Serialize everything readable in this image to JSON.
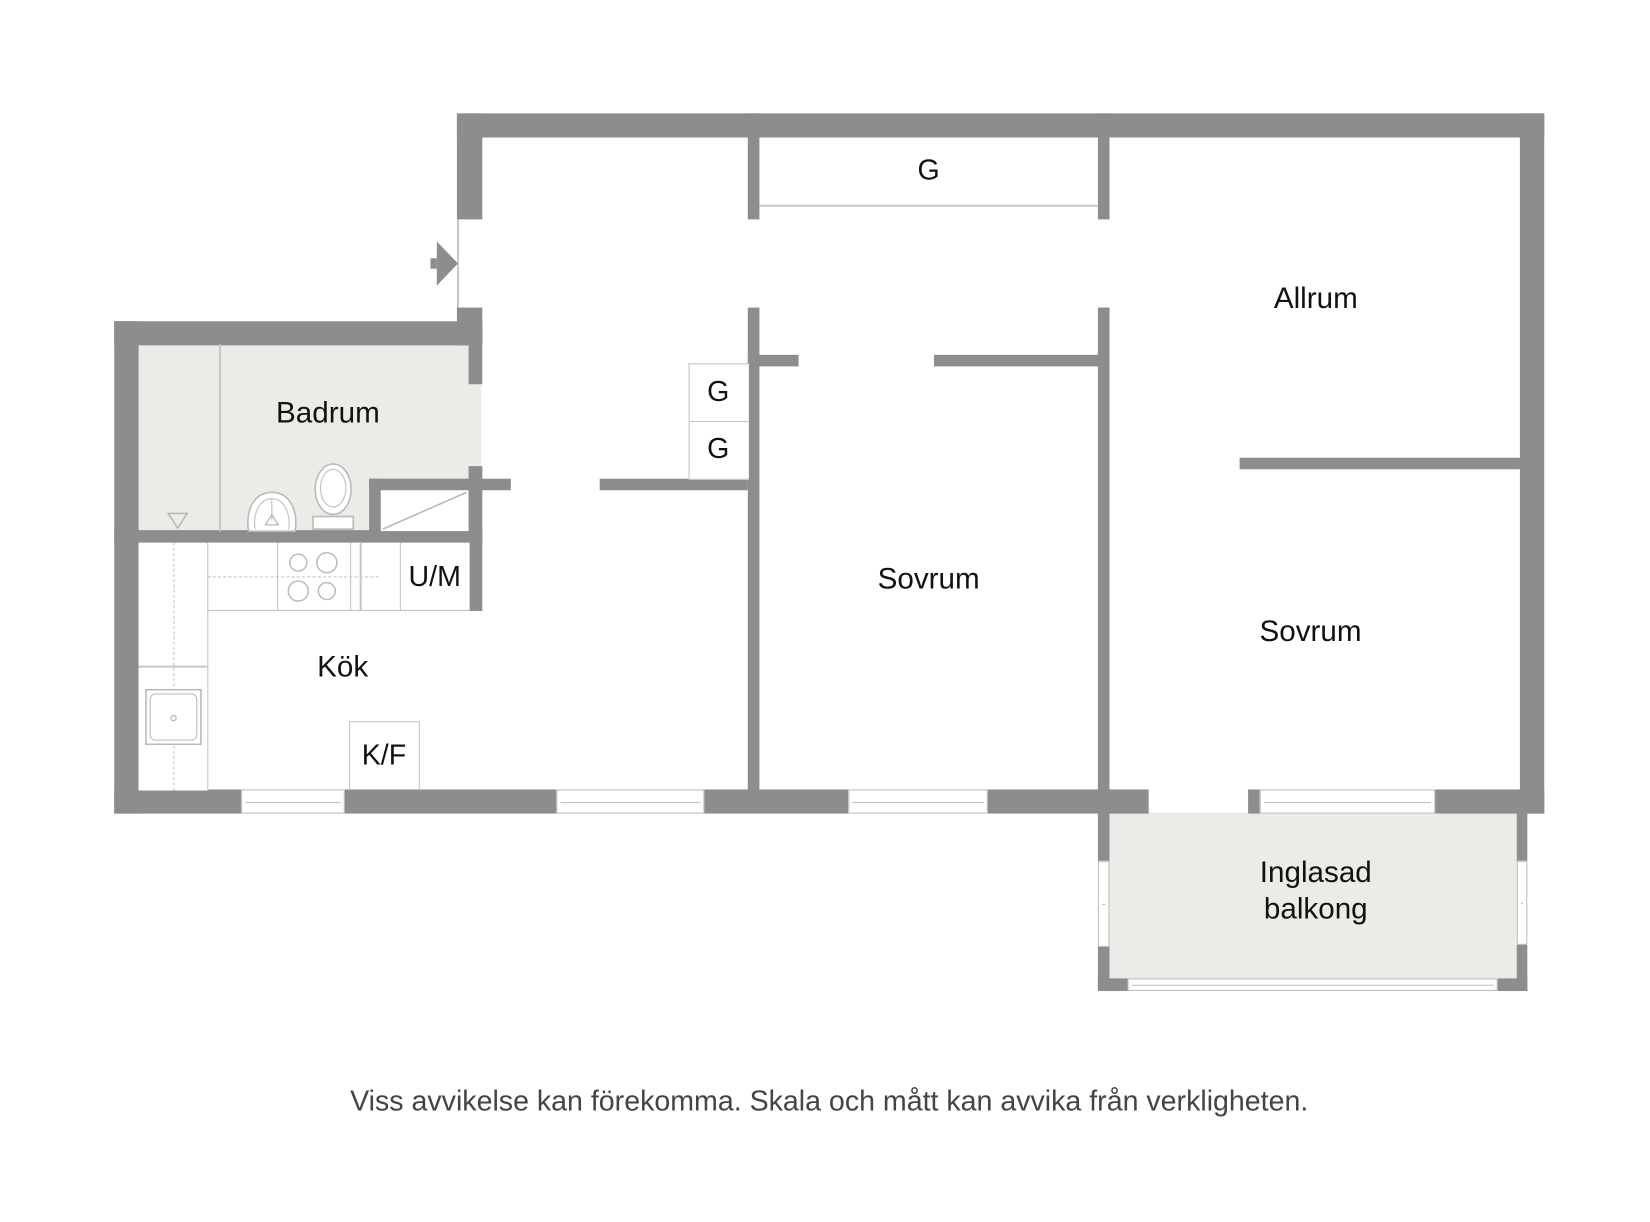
{
  "plan": {
    "type": "apartment floor plan",
    "colors": {
      "wall": "#8c8d8f",
      "wet_room_floor": "#ecebe7",
      "fixture_line": "#c4c4c4",
      "label_text": "#111111",
      "caption_text": "#444444"
    },
    "rooms": {
      "allrum": "Allrum",
      "sovrum_1": "Sovrum",
      "sovrum_2": "Sovrum",
      "kok": "Kök",
      "badrum": "Badrum",
      "balkong_line1": "Inglasad",
      "balkong_line2": "balkong"
    },
    "fixtures": {
      "garderob_hall_top": "G",
      "garderob_hall_1": "G",
      "garderob_hall_2": "G",
      "diskmaskin_ugn": "U/M",
      "kyl_frys": "K/F"
    },
    "entrance_icon": "entrance-arrow"
  },
  "caption": "Viss avvikelse kan förekomma. Skala och mått kan avvika från verkligheten."
}
